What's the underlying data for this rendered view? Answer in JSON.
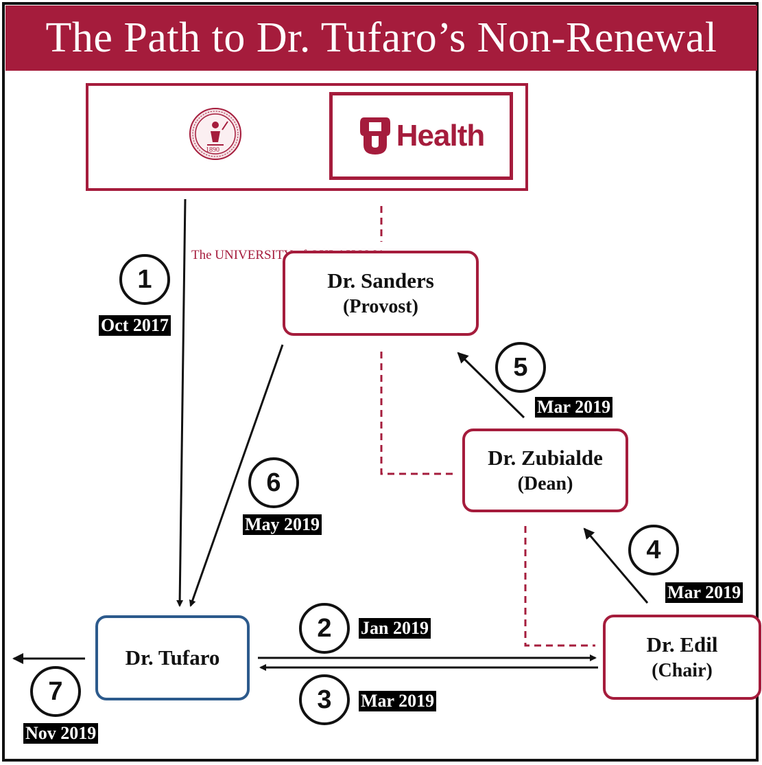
{
  "title": "The Path to Dr. Tufaro’s Non-Renewal",
  "logos": {
    "university_text": "The UNIVERSITY of OKLAHOMA",
    "seal_year": "1890",
    "health_mark": "OU",
    "health_word": "Health"
  },
  "nodes": {
    "sanders": {
      "name": "Dr. Sanders",
      "role": "(Provost)"
    },
    "zubialde": {
      "name": "Dr. Zubialde",
      "role": "(Dean)"
    },
    "edil": {
      "name": "Dr. Edil",
      "role": "(Chair)"
    },
    "tufaro": {
      "name": "Dr. Tufaro"
    }
  },
  "steps": [
    {
      "number": "1",
      "date": "Oct 2017"
    },
    {
      "number": "2",
      "date": "Jan 2019"
    },
    {
      "number": "3",
      "date": "Mar 2019"
    },
    {
      "number": "4",
      "date": "Mar 2019"
    },
    {
      "number": "5",
      "date": "Mar 2019"
    },
    {
      "number": "6",
      "date": "May 2019"
    },
    {
      "number": "7",
      "date": "Nov 2019"
    }
  ],
  "colors": {
    "crimson": "#a51c3c",
    "blue": "#2c5a8c",
    "black": "#000000"
  }
}
